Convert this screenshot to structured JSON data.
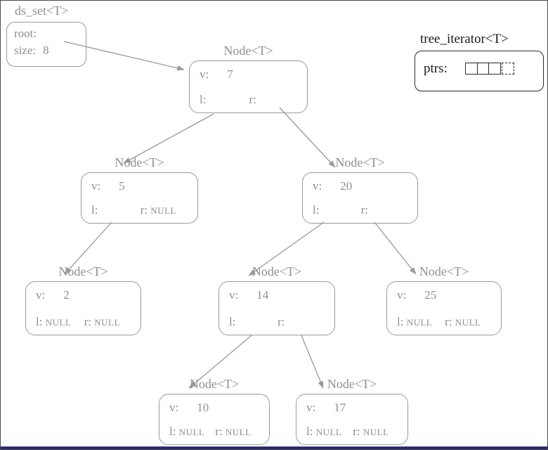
{
  "titles": {
    "ds_set": "ds_set<T>",
    "iterator": "tree_iterator<T>"
  },
  "ds_set_box": {
    "root_label": "root:",
    "size_label": "size:",
    "size_value": "8"
  },
  "iterator_box": {
    "ptrs_label": "ptrs:",
    "cell_count": 4
  },
  "nodes": [
    {
      "type": "Node<T>",
      "v_label": "v:",
      "v": "7",
      "l_label": "l:",
      "l": "",
      "r_label": "r:",
      "r": ""
    },
    {
      "type": "Node<T>",
      "v_label": "v:",
      "v": "5",
      "l_label": "l:",
      "l": "",
      "r_label": "r:",
      "r": "NULL"
    },
    {
      "type": "Node<T>",
      "v_label": "v:",
      "v": "20",
      "l_label": "l:",
      "l": "",
      "r_label": "r:",
      "r": ""
    },
    {
      "type": "Node<T>",
      "v_label": "v:",
      "v": "2",
      "l_label": "l:",
      "l": "NULL",
      "r_label": "r:",
      "r": "NULL"
    },
    {
      "type": "Node<T>",
      "v_label": "v:",
      "v": "14",
      "l_label": "l:",
      "l": "",
      "r_label": "r:",
      "r": ""
    },
    {
      "type": "Node<T>",
      "v_label": "v:",
      "v": "25",
      "l_label": "l:",
      "l": "NULL",
      "r_label": "r:",
      "r": "NULL"
    },
    {
      "type": "Node<T>",
      "v_label": "v:",
      "v": "10",
      "l_label": "l:",
      "l": "NULL",
      "r_label": "r:",
      "r": "NULL"
    },
    {
      "type": "Node<T>",
      "v_label": "v:",
      "v": "17",
      "l_label": "l:",
      "l": "NULL",
      "r_label": "r:",
      "r": "NULL"
    }
  ],
  "edges": [
    {
      "from": "ds_set.root",
      "to": "node-7"
    },
    {
      "from": "node-7.l",
      "to": "node-5"
    },
    {
      "from": "node-7.r",
      "to": "node-20"
    },
    {
      "from": "node-5.l",
      "to": "node-2"
    },
    {
      "from": "node-20.l",
      "to": "node-14"
    },
    {
      "from": "node-20.r",
      "to": "node-25"
    },
    {
      "from": "node-14.l",
      "to": "node-10"
    },
    {
      "from": "node-14.r",
      "to": "node-17"
    }
  ],
  "colors": {
    "node_outline": "#9a9a9a",
    "node_text": "#8f8f8f",
    "arrow": "#999999",
    "iterator_outline": "#2a2a2a",
    "bottom_edge": "#2a2a6e"
  }
}
